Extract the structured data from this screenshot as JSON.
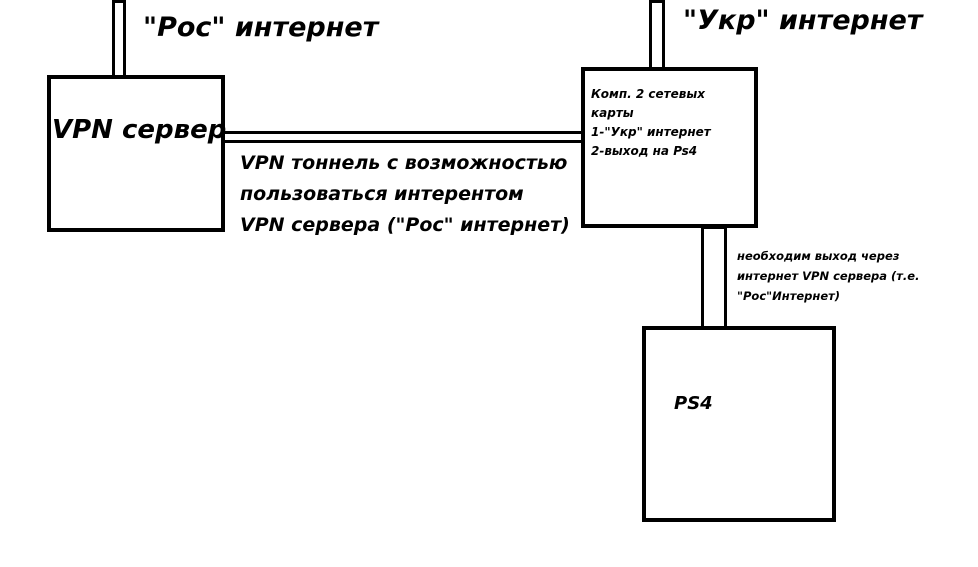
{
  "diagram": {
    "ros_internet_label": "\"Рос\" интернет",
    "ukr_internet_label": "\"Укр\" интернет",
    "vpn_server": {
      "label": "VPN сервер"
    },
    "tunnel": {
      "lines": [
        "VPN тоннель с возможностью",
        "пользоваться интерентом",
        "VPN сервера (\"Рос\" интернет)"
      ]
    },
    "computer": {
      "lines": [
        "Комп. 2 сетевых",
        "карты",
        "1-\"Укр\" интернет",
        "2-выход на Ps4"
      ]
    },
    "connection_note": {
      "lines": [
        "необходим выход через",
        "интернет VPN сервера (т.е.",
        "\"Рос\"Интернет)"
      ]
    },
    "ps4": {
      "label": "PS4"
    }
  }
}
